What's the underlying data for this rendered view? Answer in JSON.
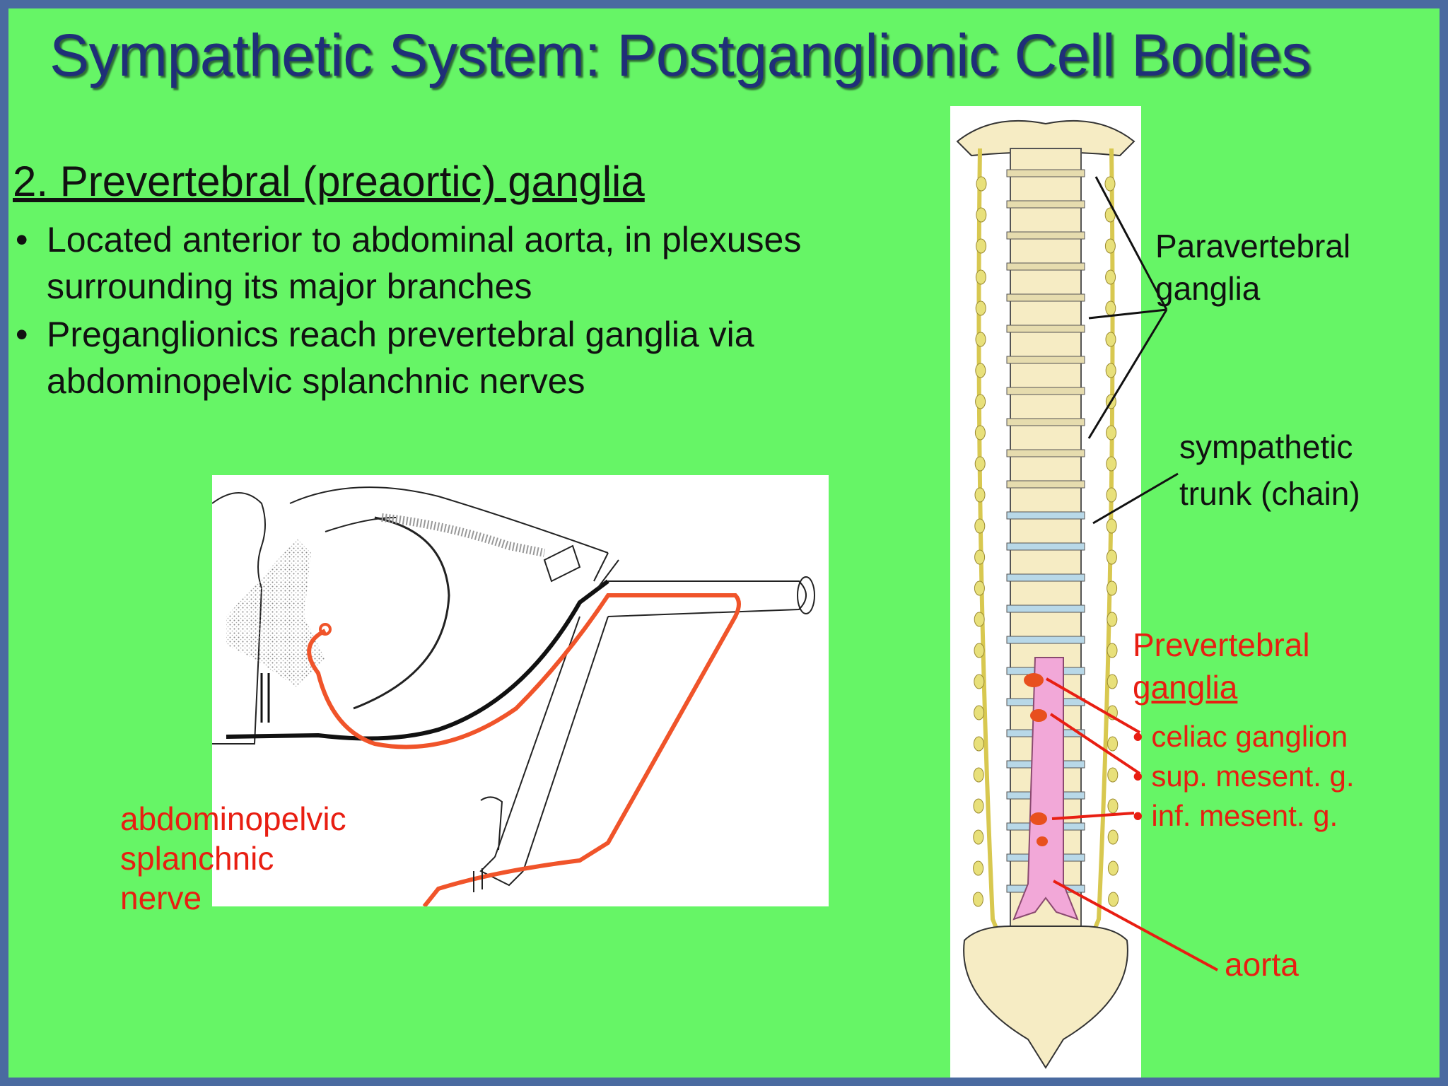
{
  "slide": {
    "title": "Sympathetic System: Postganglionic Cell Bodies",
    "subheading": "2. Prevertebral (preaortic) ganglia",
    "bullets": [
      "Located anterior to abdominal aorta, in plexuses surrounding its major branches",
      "Preganglionics reach prevertebral ganglia via abdominopelvic splanchnic nerves"
    ],
    "bullet_symbol": "•"
  },
  "spine_labels": {
    "paravertebral_line1": "Paravertebral",
    "paravertebral_line2": "ganglia",
    "sympathetic_line1": "sympathetic",
    "sympathetic_line2": "trunk (chain)",
    "prevertebral_line1": "Prevertebral",
    "prevertebral_line2": "ganglia",
    "celiac": "• celiac ganglion",
    "sup_mesent": "• sup. mesent. g.",
    "inf_mesent": "• inf. mesent. g.",
    "aorta": "aorta"
  },
  "diagram_labels": {
    "line1": "abdominopelvic",
    "line2": "splanchnic",
    "line3": "nerve"
  },
  "colors": {
    "background": "#66f566",
    "border": "#4a6aa0",
    "title": "#1f2f78",
    "label_red": "#e81e12",
    "nerve": "#f0542a",
    "aorta": "#f2a8d8",
    "bone": "#f6ecc4",
    "ganglion": "#e8e07a"
  }
}
